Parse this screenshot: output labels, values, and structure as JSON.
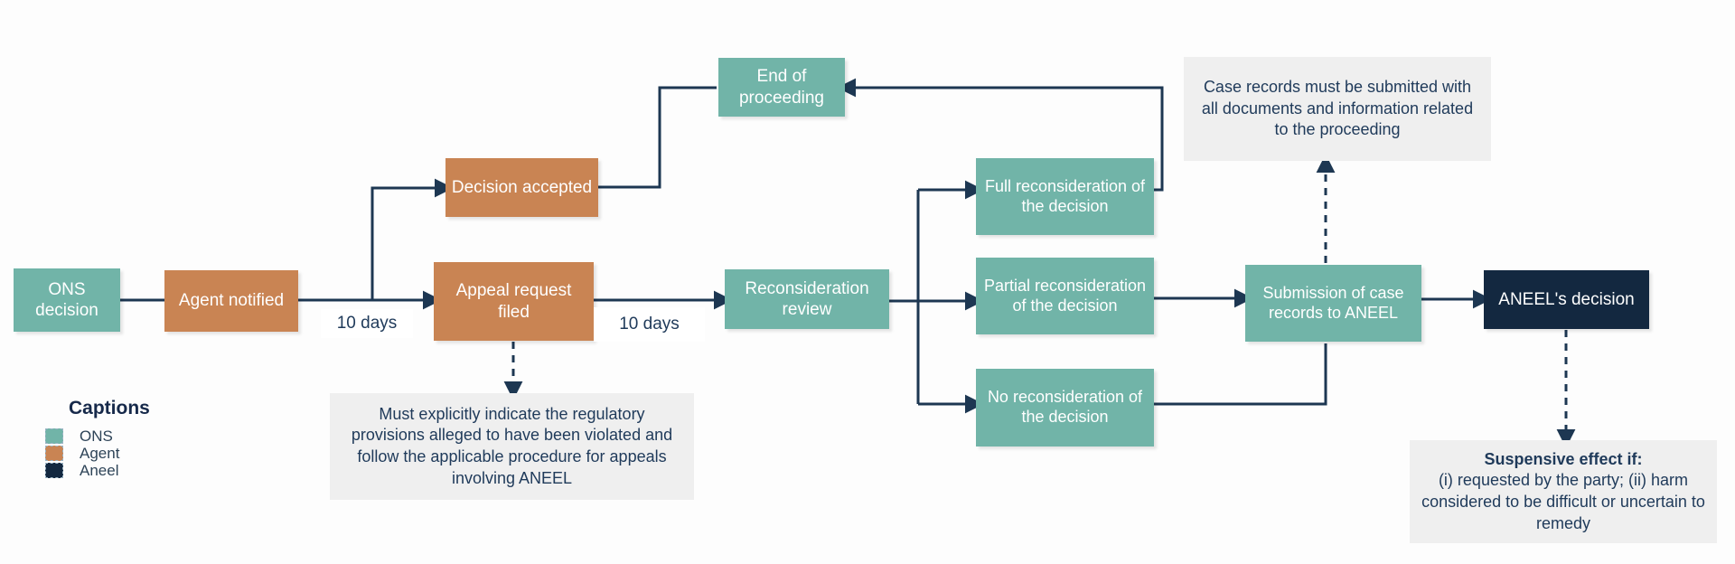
{
  "colors": {
    "ons": "#71b4a8",
    "agent": "#c98453",
    "aneel": "#132840",
    "line": "#1d3752",
    "note_bg": "#efefef",
    "note_text": "#1f3a5a"
  },
  "nodes": {
    "ons_decision": {
      "label": "ONS decision",
      "actor": "ONS"
    },
    "agent_notified": {
      "label": "Agent notified",
      "actor": "Agent"
    },
    "decision_accepted": {
      "label": "Decision accepted",
      "actor": "Agent"
    },
    "appeal_request": {
      "label": "Appeal request filed",
      "actor": "Agent"
    },
    "end_proceeding": {
      "label": "End of proceeding",
      "actor": "ONS"
    },
    "reconsideration_review": {
      "label": "Reconsideration review",
      "actor": "ONS"
    },
    "full_reconsideration": {
      "label": "Full reconsideration of the decision",
      "actor": "ONS"
    },
    "partial_reconsideration": {
      "label": "Partial reconsideration of the decision",
      "actor": "ONS"
    },
    "no_reconsideration": {
      "label": "No reconsideration of the decision",
      "actor": "ONS"
    },
    "submission_records": {
      "label": "Submission of case records to ANEEL",
      "actor": "ONS"
    },
    "aneel_decision": {
      "label": "ANEEL's decision",
      "actor": "Aneel"
    }
  },
  "labels": {
    "ten_days_1": "10 days",
    "ten_days_2": "10 days"
  },
  "notes": {
    "appeal_requirements": {
      "text": "Must explicitly indicate the regulatory provisions alleged to have been violated and follow the applicable procedure for appeals involving ANEEL"
    },
    "case_records": {
      "text": "Case records must be submitted with all documents and information related to the proceeding"
    },
    "suspensive": {
      "title": "Suspensive effect if:",
      "body": "(i) requested by the party; (ii) harm considered to be difficult or uncertain to remedy"
    }
  },
  "legend": {
    "title": "Captions",
    "items": [
      {
        "label": "ONS"
      },
      {
        "label": "Agent"
      },
      {
        "label": "Aneel"
      }
    ]
  }
}
